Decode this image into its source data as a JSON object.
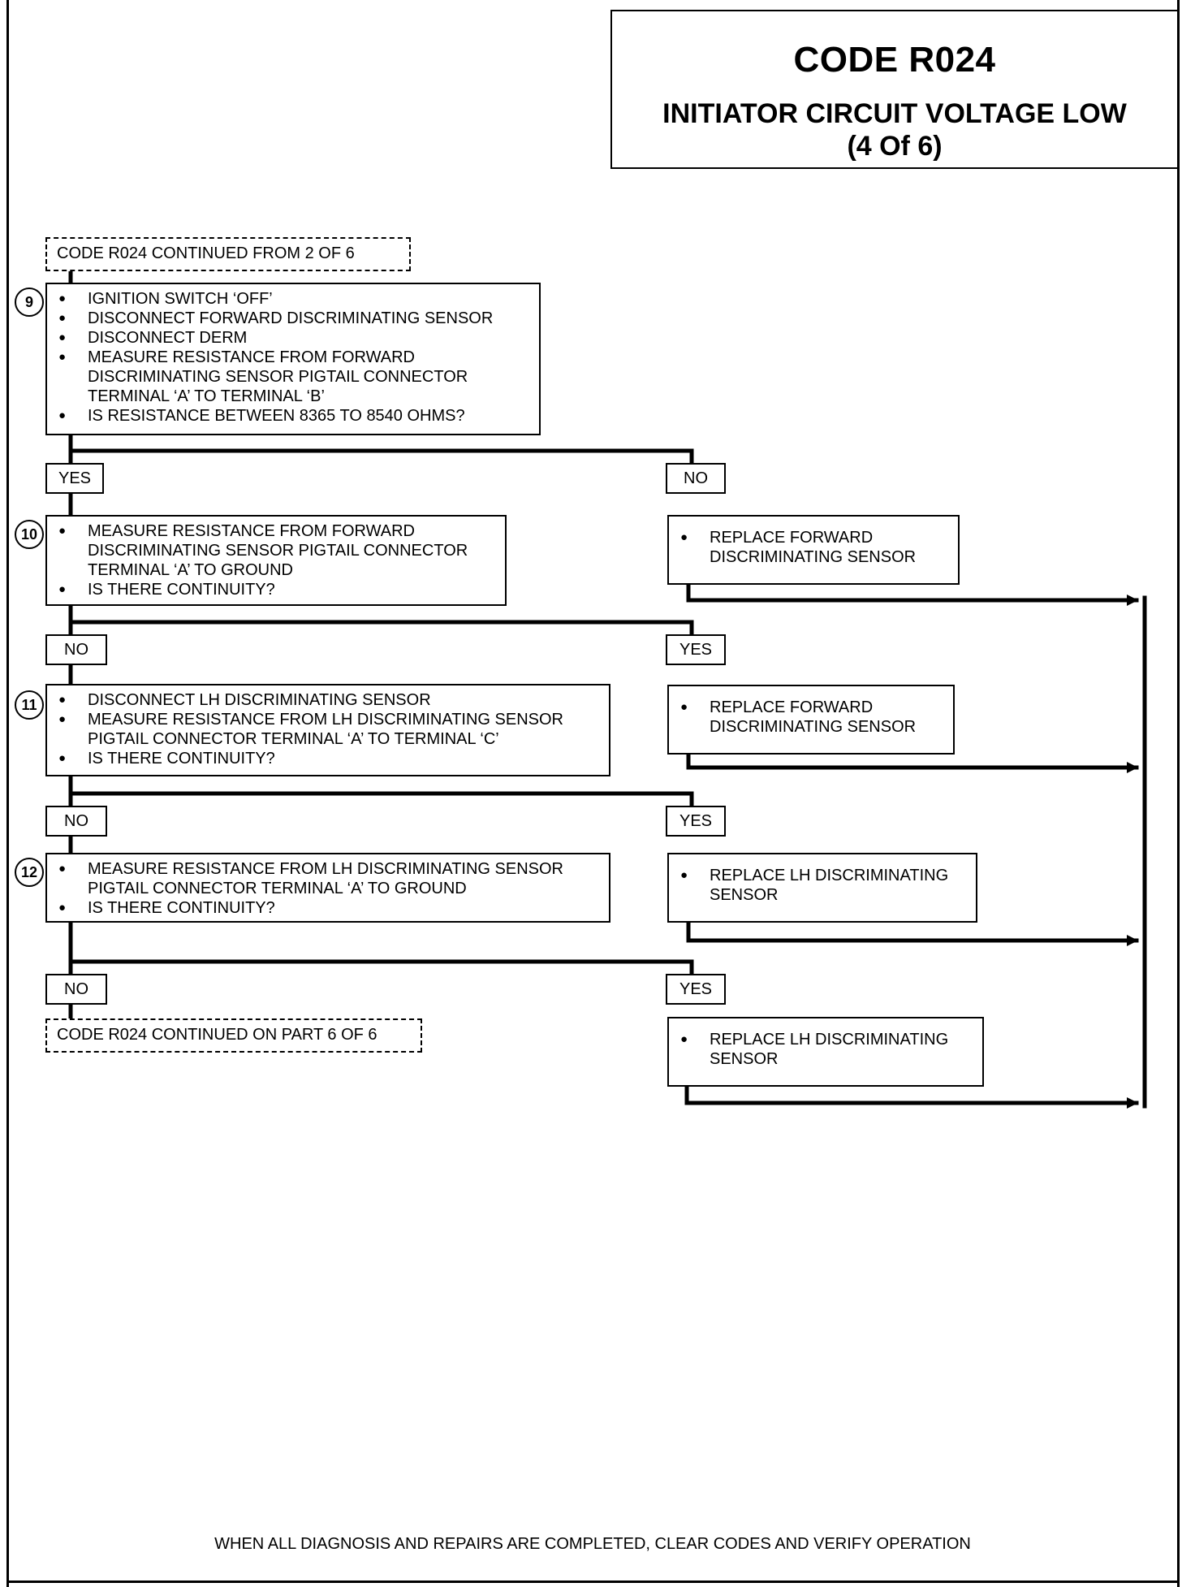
{
  "header": {
    "code": "CODE R024",
    "title": "INITIATOR CIRCUIT VOLTAGE LOW",
    "part": "(4 Of 6)"
  },
  "start_connector": "CODE R024 CONTINUED FROM  2 OF 6",
  "end_connector": "CODE R024 CONTINUED ON PART  6 OF 6",
  "steps": [
    {
      "number": "9",
      "items": [
        "IGNITION SWITCH ‘OFF’",
        "DISCONNECT FORWARD DISCRIMINATING SENSOR",
        "DISCONNECT DERM",
        "MEASURE RESISTANCE FROM FORWARD DISCRIMINATING SENSOR PIGTAIL CONNECTOR TERMINAL ‘A’ TO TERMINAL ‘B’",
        "IS RESISTANCE BETWEEN 8365 TO 8540 OHMS?"
      ],
      "continue_label": "YES",
      "branch_label": "NO",
      "branch_action": "REPLACE FORWARD DISCRIMINATING SENSOR"
    },
    {
      "number": "10",
      "items": [
        "MEASURE RESISTANCE FROM FORWARD DISCRIMINATING SENSOR PIGTAIL CONNECTOR TERMINAL ‘A’ TO GROUND",
        "IS THERE CONTINUITY?"
      ],
      "continue_label": "NO",
      "branch_label": "YES",
      "branch_action": "REPLACE FORWARD DISCRIMINATING SENSOR"
    },
    {
      "number": "11",
      "items": [
        "DISCONNECT LH DISCRIMINATING SENSOR",
        "MEASURE RESISTANCE FROM LH DISCRIMINATING SENSOR PIGTAIL CONNECTOR TERMINAL ‘A’ TO TERMINAL ‘C’",
        "IS THERE CONTINUITY?"
      ],
      "continue_label": "NO",
      "branch_label": "YES",
      "branch_action": "REPLACE LH DISCRIMINATING SENSOR"
    },
    {
      "number": "12",
      "items": [
        "MEASURE RESISTANCE FROM LH DISCRIMINATING SENSOR PIGTAIL CONNECTOR TERMINAL ‘A’ TO GROUND",
        "IS THERE CONTINUITY?"
      ],
      "continue_label": "NO",
      "branch_label": "YES",
      "branch_action": "REPLACE LH  DISCRIMINATING SENSOR"
    }
  ],
  "footer": "WHEN ALL DIAGNOSIS AND REPAIRS ARE COMPLETED, CLEAR CODES AND VERIFY OPERATION"
}
